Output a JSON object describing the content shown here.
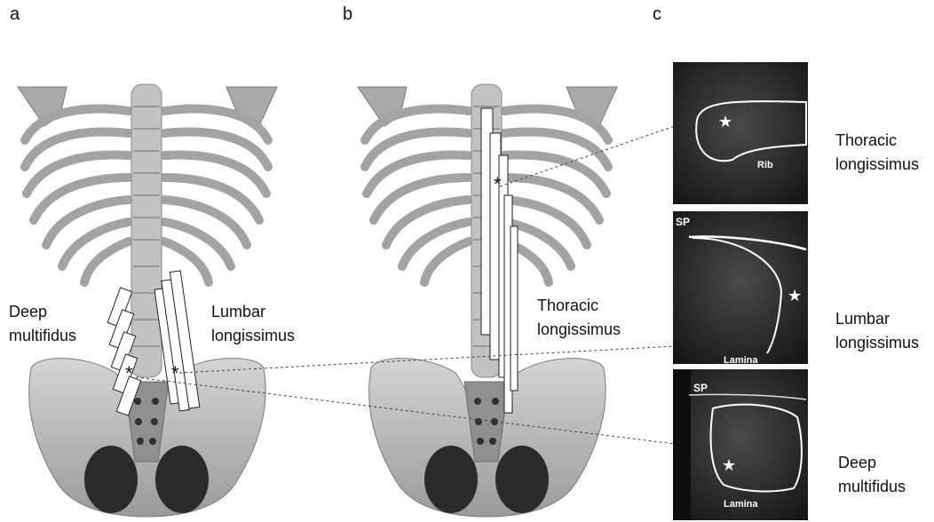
{
  "panels": {
    "a": "a",
    "b": "b",
    "c": "c"
  },
  "labels": {
    "a_deep_multifidus": "Deep\nmultifidus",
    "a_lumbar_longissimus": "Lumbar\nlongissimus",
    "b_thoracic_longissimus": "Thoracic\nlongissimus",
    "c_thoracic_longissimus": "Thoracic\nlongissimus",
    "c_lumbar_longissimus": "Lumbar\nlongissimus",
    "c_deep_multifidus": "Deep\nmultifidus"
  },
  "ultrasound": {
    "rib": "Rib",
    "sp": "SP",
    "lamina": "Lamina",
    "star": "★"
  },
  "marker": "*"
}
